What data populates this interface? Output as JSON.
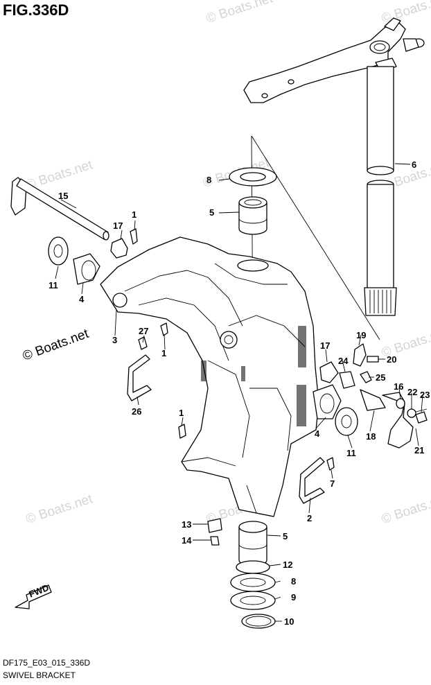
{
  "header": {
    "title": "FIG.336D"
  },
  "footer": {
    "code": "DF175_E03_015_336D",
    "caption": "SWIVEL BRACKET"
  },
  "watermarks": {
    "light": "© Boats.net",
    "dark": "© Boats.net"
  },
  "fwd_label": "FWD",
  "callouts": {
    "c1a": "1",
    "c1b": "1",
    "c1c": "1",
    "c2": "2",
    "c3": "3",
    "c4a": "4",
    "c4b": "4",
    "c5a": "5",
    "c5b": "5",
    "c6": "6",
    "c7": "7",
    "c8a": "8",
    "c8b": "8",
    "c9": "9",
    "c10": "10",
    "c11a": "11",
    "c11b": "11",
    "c12": "12",
    "c13": "13",
    "c14": "14",
    "c15": "15",
    "c16": "16",
    "c17a": "17",
    "c17b": "17",
    "c18": "18",
    "c19": "19",
    "c20": "20",
    "c21": "21",
    "c22": "22",
    "c23": "23",
    "c24": "24",
    "c25": "25",
    "c26": "26",
    "c27": "27"
  }
}
